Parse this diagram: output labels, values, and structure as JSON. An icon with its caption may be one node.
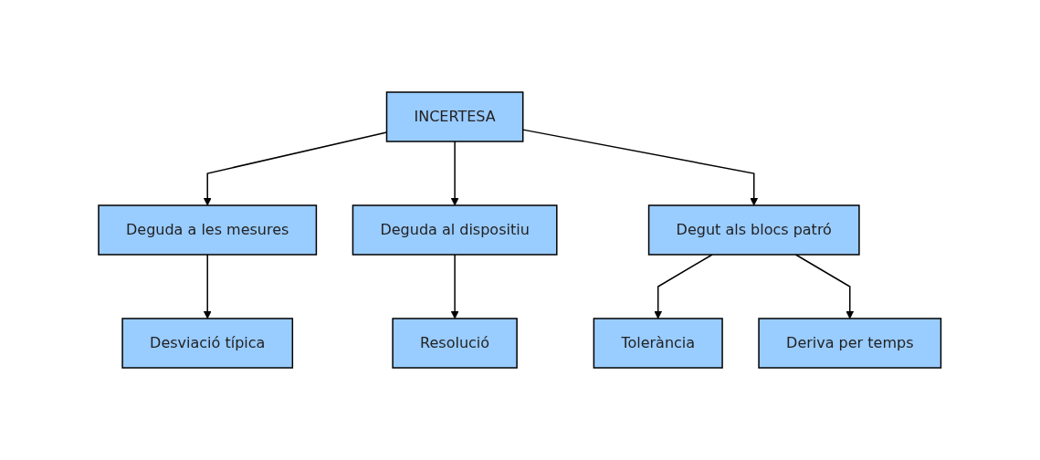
{
  "diagram": {
    "nodes": [
      {
        "text": [
          "INCERTESA"
        ]
      },
      {
        "text": [
          "Deguda a les mesures"
        ]
      },
      {
        "text": [
          "Deguda al dispositiu"
        ]
      },
      {
        "text": [
          "Degut als blocs patró"
        ]
      },
      {
        "text": [
          "Desviació típica"
        ]
      },
      {
        "text": [
          "Resolució"
        ]
      },
      {
        "text": [
          "Tolerància"
        ]
      },
      {
        "text": [
          "Deriva per temps"
        ]
      }
    ],
    "edges": [
      {
        "from": 0,
        "to": 1,
        "arrow": "to"
      },
      {
        "from": 0,
        "to": 2,
        "arrow": "to"
      },
      {
        "from": 0,
        "to": 3,
        "arrow": "to"
      },
      {
        "from": 1,
        "to": 4,
        "arrow": "to"
      },
      {
        "from": 2,
        "to": 5,
        "arrow": "to"
      },
      {
        "from": 3,
        "to": 6,
        "arrow": "to"
      },
      {
        "from": 3,
        "to": 7,
        "arrow": "to"
      }
    ]
  }
}
